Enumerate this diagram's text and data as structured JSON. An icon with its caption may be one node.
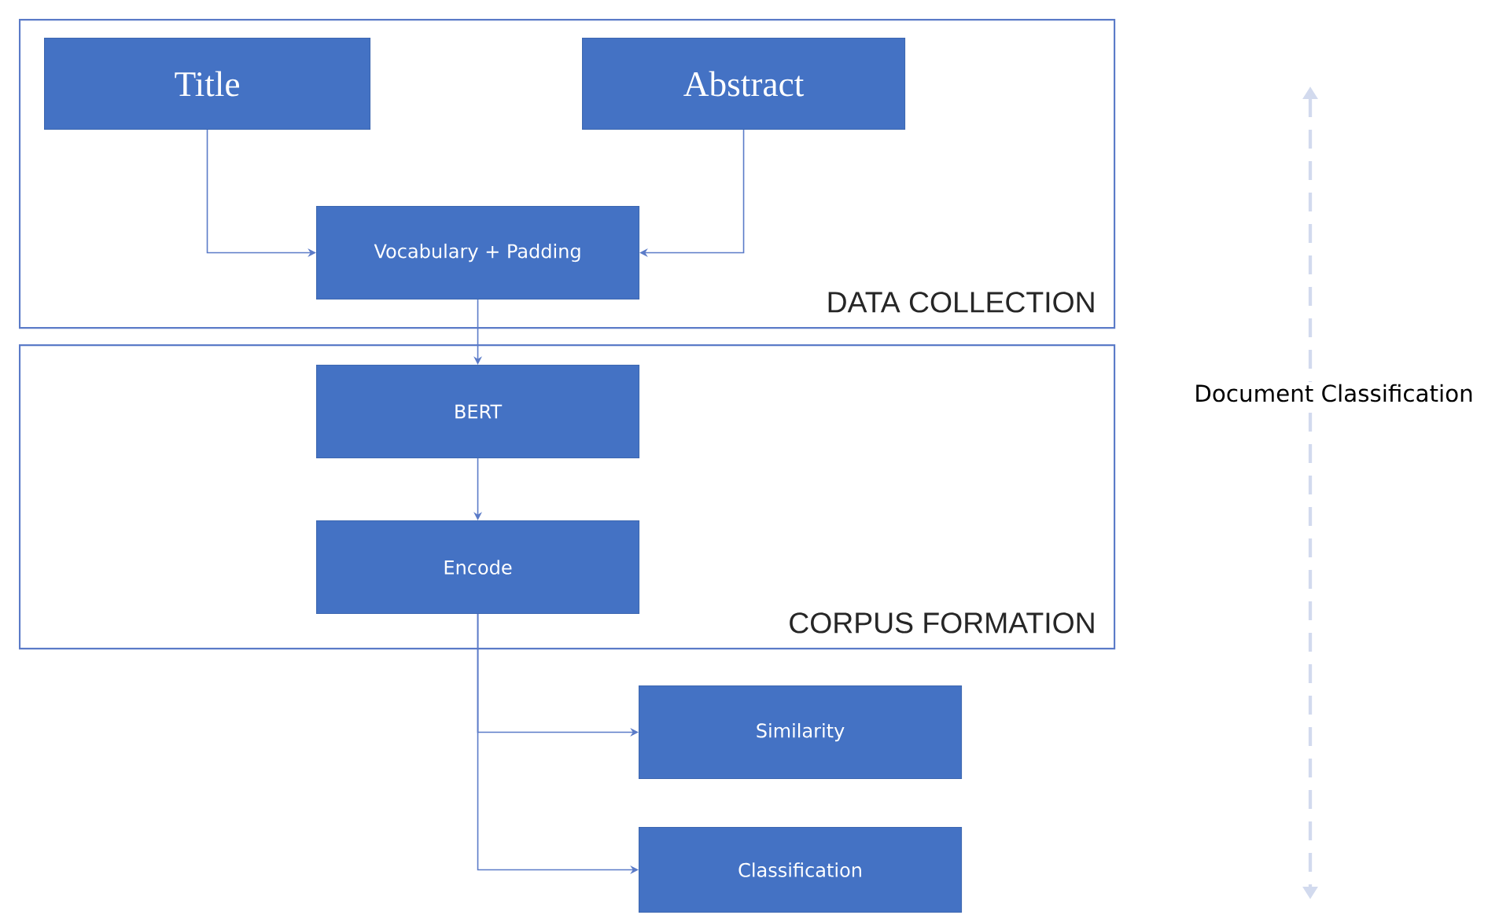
{
  "diagram": {
    "nodes": [
      {
        "text": [
          "DATA COLLECTION"
        ]
      },
      {
        "text": [
          "Title"
        ],
        "in": 0
      },
      {
        "text": [
          "Abstract"
        ],
        "in": 0
      },
      {
        "text": [
          "Vocabulary + Padding"
        ],
        "in": 0
      },
      {
        "text": [
          "CORPUS FORMATION"
        ]
      },
      {
        "text": [
          "BERT"
        ],
        "in": 4
      },
      {
        "text": [
          "Encode"
        ],
        "in": 4
      },
      {
        "text": [
          "Similarity"
        ]
      },
      {
        "text": [
          "Classification"
        ]
      }
    ],
    "edges": [
      {
        "from": 1,
        "to": 3,
        "arrow": "to"
      },
      {
        "from": 2,
        "to": 3,
        "arrow": "to"
      },
      {
        "from": 3,
        "to": 5,
        "arrow": "to"
      },
      {
        "from": 5,
        "to": 6,
        "arrow": "to"
      },
      {
        "from": 6,
        "to": 7,
        "arrow": "to"
      },
      {
        "from": 6,
        "to": 8,
        "arrow": "to"
      }
    ],
    "labels": [
      "Document Classification"
    ]
  }
}
